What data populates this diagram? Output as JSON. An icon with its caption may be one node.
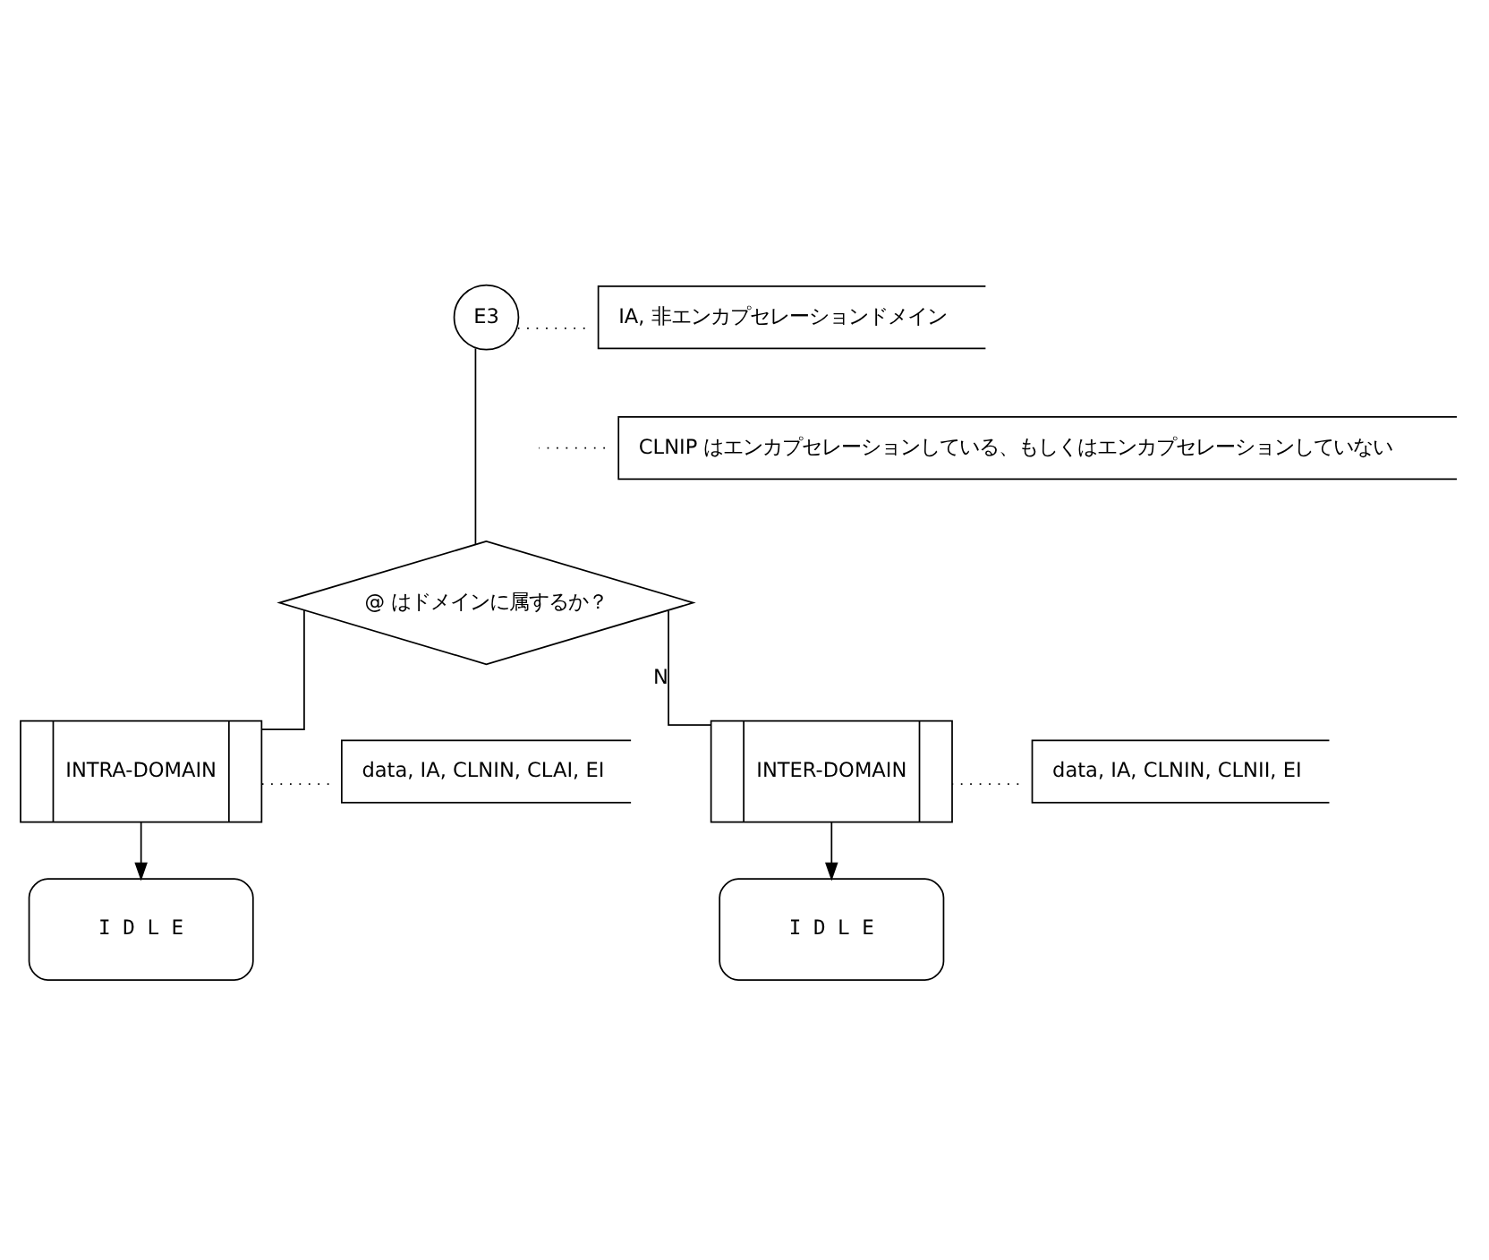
{
  "diagram": {
    "nodes": [
      {
        "text": [
          "E3"
        ]
      },
      {
        "text": [
          "IA, 非エンカプセレーションドメイン"
        ]
      },
      {
        "text": [
          "CLNIP はエンカプセレーションしている、もしくはエンカプセレーションしていない"
        ]
      },
      {
        "text": [
          "@ はドメインに属するか？"
        ]
      },
      {
        "text": [
          "INTRA-DOMAIN"
        ]
      },
      {
        "text": [
          "data, IA, CLNIN, CLAI, EI"
        ]
      },
      {
        "text": [
          "INTER-DOMAIN"
        ]
      },
      {
        "text": [
          "data, IA, CLNIN, CLNII, EI"
        ]
      },
      {
        "text": [
          "I D L E"
        ]
      },
      {
        "text": [
          "I D L E"
        ]
      }
    ],
    "edges": [
      {
        "from": 0,
        "to": 3,
        "arrow": "none"
      },
      {
        "from": 1,
        "to": 0,
        "arrow": "none",
        "style": "dashed"
      },
      {
        "from": 2,
        "to": null,
        "arrow": "none",
        "style": "dashed"
      },
      {
        "from": 3,
        "to": 4,
        "arrow": "none"
      },
      {
        "from": 3,
        "to": 6,
        "arrow": "none",
        "label": "N"
      },
      {
        "from": 5,
        "to": 4,
        "arrow": "none",
        "style": "dashed"
      },
      {
        "from": 7,
        "to": 6,
        "arrow": "none",
        "style": "dashed"
      },
      {
        "from": 4,
        "to": 8,
        "arrow": "to"
      },
      {
        "from": 6,
        "to": 9,
        "arrow": "to"
      }
    ]
  }
}
